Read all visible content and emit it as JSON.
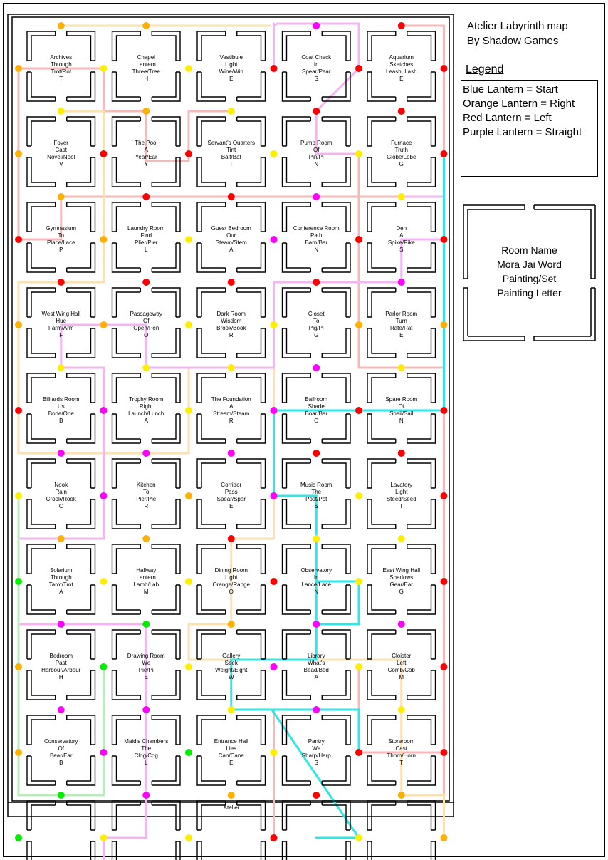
{
  "header": {
    "title": "Atelier Labyrinth map",
    "author": "By Shadow Games"
  },
  "legend": {
    "title": "Legend",
    "entries": [
      {
        "text": "Blue Lantern = Start",
        "color": "#0000ff"
      },
      {
        "text": "Orange Lantern = Right",
        "color": "#ffb000"
      },
      {
        "text": "Red Lantern = Left",
        "color": "#ff0000"
      },
      {
        "text": "Purple Lantern = Straight",
        "color": "#ff00ff"
      }
    ]
  },
  "key": {
    "lines": [
      "Room Name",
      "Mora Jai Word",
      "Painting/Set",
      "Painting Letter"
    ]
  },
  "colors": {
    "red": "#ff0000",
    "orange": "#ffb000",
    "yellow": "#ffee00",
    "purple": "#ff00ff",
    "green": "#00ee00",
    "blue": "#0000ff",
    "path_red": "#f6b9b9",
    "path_orange": "#fde0b0",
    "path_purple": "#f5b5f5",
    "path_cyan": "#33e5e5",
    "path_green": "#b9ecb9"
  },
  "rooms": [
    [
      "Archives",
      "Through",
      "Trot/Rot",
      "T"
    ],
    [
      "Chapel",
      "Lantern",
      "Three/Tree",
      "H"
    ],
    [
      "Vestibule",
      "Light",
      "Wine/Win",
      "E"
    ],
    [
      "Coat Check",
      "In",
      "Spear/Pear",
      "S"
    ],
    [
      "Aquarium",
      "Sketches",
      "Leash, Lash",
      "E"
    ],
    [
      "Foyer",
      "Cast",
      "Novel/Noel",
      "V"
    ],
    [
      "The Pool",
      "A",
      "Year/Ear",
      "Y"
    ],
    [
      "Servant's Quarters",
      "Tint",
      "Bait/Bat",
      "I"
    ],
    [
      "Pump Room",
      "Of",
      "Pin/Pi",
      "N"
    ],
    [
      "Furnace",
      "Truth",
      "Globe/Lobe",
      "G"
    ],
    [
      "Gymnasium",
      "To",
      "Place/Lace",
      "P"
    ],
    [
      "Laundry Room",
      "Find",
      "Plier/Pier",
      "L"
    ],
    [
      "Guest Bedroom",
      "Our",
      "Steam/Stem",
      "A"
    ],
    [
      "Conference Room",
      "Path",
      "Barn/Bar",
      "N"
    ],
    [
      "Den",
      "A",
      "Spike/Pike",
      "S"
    ],
    [
      "West Wing Hall",
      "Hue",
      "Farm/Arm",
      "F"
    ],
    [
      "Passageway",
      "Of",
      "Open/Pen",
      "O"
    ],
    [
      "Dark Room",
      "Wisdom",
      "Brook/Book",
      "R"
    ],
    [
      "Closet",
      "To",
      "Pig/Pi",
      "G"
    ],
    [
      "Parlor Room",
      "Turn",
      "Rate/Rat",
      "E"
    ],
    [
      "Billiards Room",
      "Us",
      "Bone/One",
      "B"
    ],
    [
      "Trophy Room",
      "Right",
      "Launch/Lunch",
      "A"
    ],
    [
      "The Foundation",
      "A",
      "Stream/Steam",
      "R"
    ],
    [
      "Ballroom",
      "Shade",
      "Boar/Bar",
      "O"
    ],
    [
      "Spare Room",
      "Of",
      "Snail/Sail",
      "N"
    ],
    [
      "Nook",
      "Rain",
      "Crook/Rook",
      "C"
    ],
    [
      "Kitchen",
      "To",
      "Pier/Pie",
      "R"
    ],
    [
      "Corridor",
      "Pass",
      "Spear/Spar",
      "E"
    ],
    [
      "Music Room",
      "The",
      "Post/Pot",
      "S"
    ],
    [
      "Lavatory",
      "Light",
      "Steed/Seed",
      "T"
    ],
    [
      "Solarium",
      "Through",
      "Tarot/Trot",
      "A"
    ],
    [
      "Hallway",
      "Lantern",
      "Lamb/Lab",
      "M"
    ],
    [
      "Dining Room",
      "Light",
      "Orange/Range",
      "O"
    ],
    [
      "Observatory",
      "In",
      "Lance/Lace",
      "N"
    ],
    [
      "East Wing Hall",
      "Shadows",
      "Gear/Ear",
      "G"
    ],
    [
      "Bedroom",
      "Past",
      "Harbour/Arbour",
      "H"
    ],
    [
      "Drawing Room",
      "We",
      "Pie/Pi",
      "E"
    ],
    [
      "Gallery",
      "Seek",
      "Weight/Eight",
      "W"
    ],
    [
      "Library",
      "What's",
      "Bead/Bed",
      "A"
    ],
    [
      "Cloister",
      "Left",
      "Comb/Cob",
      "M"
    ],
    [
      "Conservatory",
      "Of",
      "Bear/Ear",
      "B"
    ],
    [
      "Maid's Chambers",
      "The",
      "Clog/Cog",
      "L"
    ],
    [
      "Entrance Hall",
      "Lies",
      "Can/Cane",
      "E"
    ],
    [
      "Pantry",
      "We",
      "Sharp/Harp",
      "S"
    ],
    [
      "Storeroom",
      "Cast",
      "Thorn/Horn",
      "T"
    ]
  ],
  "exit_label": "Atelier",
  "lanterns": {
    "vertical": [
      [
        [
          "o",
          "y",
          "y",
          "r",
          "r"
        ],
        [
          "r",
          "o",
          "o",
          "m",
          "m"
        ],
        [
          "r",
          "y",
          "y",
          "p",
          "r"
        ]
      ],
      [
        [
          "o",
          "r",
          "r",
          "y",
          "y"
        ],
        [
          "y",
          "m",
          "y",
          "m",
          "y"
        ],
        [
          "r",
          "y",
          "y",
          "o",
          "r"
        ]
      ],
      [
        [
          "r",
          "o",
          "y",
          "m",
          "r"
        ],
        [
          "r",
          "m",
          "y",
          "m",
          "y"
        ],
        [
          "r",
          "y",
          "y",
          "r",
          "r"
        ]
      ],
      [
        [
          "o",
          "o",
          "y",
          "y",
          "o"
        ],
        [
          "m",
          "y",
          "m",
          "r",
          "r"
        ],
        [
          "o",
          "y",
          "y",
          "r",
          "o"
        ]
      ],
      [
        [
          "r",
          "m",
          "y",
          "m",
          "r"
        ],
        [
          "m",
          "m",
          "y",
          "m",
          "y"
        ],
        [
          "r",
          "y",
          "m",
          "r",
          "r"
        ]
      ],
      [
        [
          "y",
          "m",
          "o",
          "m",
          "y"
        ],
        [
          "m",
          "y",
          "o",
          "m",
          "m"
        ],
        [
          "r",
          "y",
          "y",
          "m",
          "r"
        ]
      ],
      [
        [
          "g",
          "y",
          "y",
          "r",
          "y"
        ],
        [
          "m",
          "g",
          "o",
          "m",
          "m"
        ],
        [
          "r",
          "y",
          "y",
          "r",
          "r"
        ]
      ],
      [
        [
          "o",
          "g",
          "y",
          "m",
          "y"
        ],
        [
          "m",
          "g",
          "o",
          "r",
          "m"
        ],
        [
          "r",
          "y",
          "y",
          "r",
          "r"
        ]
      ],
      [
        [
          "o",
          "m",
          "g",
          "y",
          "r"
        ],
        [
          "g",
          "m",
          "y",
          "m",
          "r"
        ],
        [
          "r",
          "y",
          "y",
          "o",
          "r"
        ]
      ],
      [
        [
          "g",
          "y",
          "y",
          "r",
          "y"
        ],
        [
          "g",
          "m",
          "y",
          "r",
          "b"
        ],
        [
          "o",
          "y",
          "y",
          "r",
          "o"
        ]
      ]
    ],
    "horizontal": [
      [
        "y",
        "o",
        "y",
        "r",
        "r"
      ],
      [
        "o",
        "r",
        "r",
        "m",
        "y"
      ],
      [
        "r",
        "r",
        "r",
        "r",
        "m"
      ],
      [
        "y",
        "y",
        "y",
        "m",
        "y"
      ],
      [
        "m",
        "m",
        "m",
        "r",
        "r"
      ],
      [
        "o",
        "o",
        "r",
        "y",
        "y"
      ],
      [
        "m",
        "g",
        "o",
        "m",
        "m"
      ],
      [
        "m",
        "m",
        "y",
        "m",
        "y"
      ],
      [
        "g",
        "m",
        "o",
        "r",
        "o"
      ]
    ]
  }
}
